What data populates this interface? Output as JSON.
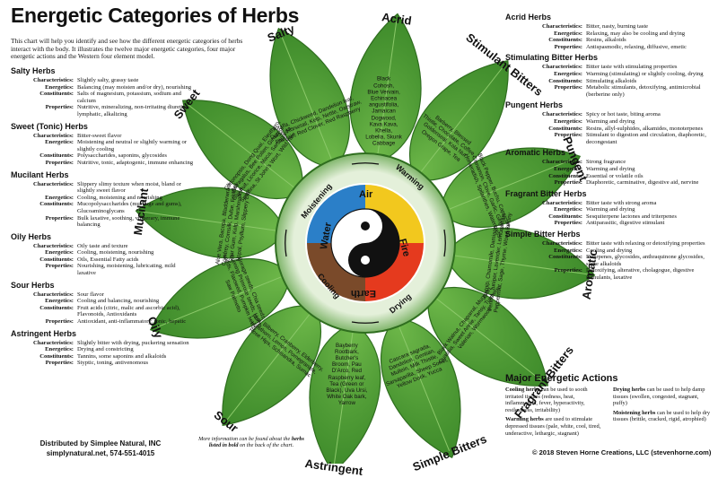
{
  "title": "Energetic Categories of Herbs",
  "intro": "This chart will help you identify and see how the different energetic categories of herbs interact with the body. It illustrates the twelve major energetic categories, four major energetic actions and the Western four element model.",
  "left_sections": [
    {
      "name": "Salty Herbs",
      "rows": [
        [
          "Characteristics:",
          "Slightly salty, grassy taste"
        ],
        [
          "Energetics:",
          "Balancing (may moisten and/or dry), nourishing"
        ],
        [
          "Constituents:",
          "Salts of magnesium, potassium, sodium and calcium"
        ],
        [
          "Properties:",
          "Nutritive, mineralizing, non-irritating diuretic, lymphatic, alkalizing"
        ]
      ]
    },
    {
      "name": "Sweet (Tonic) Herbs",
      "rows": [
        [
          "Characteristics:",
          "Bitter-sweet flavor"
        ],
        [
          "Energetics:",
          "Moistening and neutral or slightly warming or slightly cooling"
        ],
        [
          "Constituents:",
          "Polysaccharides, saponins, glycosides"
        ],
        [
          "Properties:",
          "Nutritive, tonic, adaptogenic, immune enhancing"
        ]
      ]
    },
    {
      "name": "Mucilant Herbs",
      "rows": [
        [
          "Characteristics:",
          "Slippery slimy texture when moist, bland or slightly sweet flavor"
        ],
        [
          "Energetics:",
          "Cooling, moistening and nourishing"
        ],
        [
          "Constituents:",
          "Mucopolysaccharides (mucilage and gums), Glucoaminoglycans"
        ],
        [
          "Properties:",
          "Bulk laxative, soothing, vulnerary, immune balancing"
        ]
      ]
    },
    {
      "name": "Oily Herbs",
      "rows": [
        [
          "Characteristics:",
          "Oily taste and texture"
        ],
        [
          "Energetics:",
          "Cooling, moistening, nourishing"
        ],
        [
          "Constituents:",
          "Oils, Essential Fatty acids"
        ],
        [
          "Properties:",
          "Nourishing, moistening, lubricating, mild laxative"
        ]
      ]
    },
    {
      "name": "Sour Herbs",
      "rows": [
        [
          "Characteristics:",
          "Sour flavor"
        ],
        [
          "Energetics:",
          "Cooling and balancing, nourishing"
        ],
        [
          "Constituents:",
          "Fruit acids (citric, malic and ascorbic acid), Flavonoids, Antioxidants"
        ],
        [
          "Properties:",
          "Antioxidant, anti-inflammatory, tonic, hepatic"
        ]
      ]
    },
    {
      "name": "Astringent Herbs",
      "rows": [
        [
          "Characteristics:",
          "Slightly bitter with drying, puckering sensation"
        ],
        [
          "Energetics:",
          "Drying and constricting"
        ],
        [
          "Constituents:",
          "Tannins, some saponins and alkaloids"
        ],
        [
          "Properties:",
          "Styptic, toning, antivenomous"
        ]
      ]
    }
  ],
  "right_sections": [
    {
      "name": "Acrid Herbs",
      "rows": [
        [
          "Characteristics:",
          "Bitter, nasty, burning taste"
        ],
        [
          "Energetics:",
          "Relaxing, may also be cooling and drying"
        ],
        [
          "Constituents:",
          "Resins, alkaloids"
        ],
        [
          "Properties:",
          "Antispasmodic, relaxing, diffusive, emetic"
        ]
      ]
    },
    {
      "name": "Stimulating Bitter Herbs",
      "rows": [
        [
          "Characteristics:",
          "Bitter taste with stimulating properties"
        ],
        [
          "Energetics:",
          "Warming (stimulating) or slightly cooling, drying"
        ],
        [
          "Constituents:",
          "Stimulating alkaloids"
        ],
        [
          "Properties:",
          "Metabolic stimulants, detoxifying, antimicrobial (berberine only)"
        ]
      ]
    },
    {
      "name": "Pungent Herbs",
      "rows": [
        [
          "Characteristics:",
          "Spicy or hot taste, biting aroma"
        ],
        [
          "Energetics:",
          "Warming and drying"
        ],
        [
          "Constituents:",
          "Resins, allyl-sulphides, alkamides, monoterpenes"
        ],
        [
          "Properties:",
          "Stimulant to digestion and circulation, diaphoretic, decongestant"
        ]
      ]
    },
    {
      "name": "Aromatic Herbs",
      "rows": [
        [
          "Characteristics:",
          "Strong fragrance"
        ],
        [
          "Energetics:",
          "Warming and drying"
        ],
        [
          "Constituents:",
          "Essential or volatile oils"
        ],
        [
          "Properties:",
          "Diaphoretic, carminative, digestive aid, nervine"
        ]
      ]
    },
    {
      "name": "Fragrant Bitter Herbs",
      "rows": [
        [
          "Characteristics:",
          "Bitter taste with strong aroma"
        ],
        [
          "Energetics:",
          "Warming and drying"
        ],
        [
          "Constituents:",
          "Sesquiterpene lactones and triterpenes"
        ],
        [
          "Properties:",
          "Antiparasitic, digestive stimulant"
        ]
      ]
    },
    {
      "name": "Simple Bitter Herbs",
      "rows": [
        [
          "Characteristics:",
          "Bitter taste with relaxing or detoxifying properties"
        ],
        [
          "Energetics:",
          "Cooling and drying"
        ],
        [
          "Constituents:",
          "Diterpenes, glycosides, anthraquinone glycosides, some alkaloids"
        ],
        [
          "Properties:",
          "Detoxifying, alterative, cholagogue, digestive stimulants, laxative"
        ]
      ]
    }
  ],
  "major": {
    "title": "Major Energetic Actions",
    "cooling_term": "Cooling herbs",
    "cooling_text": "can be used to sooth irritated tissues (redness, heat, inflammation, fever, hyperactivity, restlessness, irritability)",
    "warming_term": "Warming herbs",
    "warming_text": "are used to stimulate depressed tissues (pale, white, cool, tired, underactive, lethargic, stagnant)",
    "drying_term": "Drying herbs",
    "drying_text": "can be used to help damp tissues (swollen, congested, stagnant, puffy)",
    "moist_term": "Moistening herbs",
    "moist_text": "can be used to help dry tissues (brittle, cracked, rigid, atrophied)"
  },
  "footer": {
    "distributed": "Distributed by Simplee Natural, INC",
    "site": "simplynatural.net, 574-551-4015",
    "note_pre": "More information can be found about the",
    "note_bold": "herbs listed in bold",
    "note_post": "on the back of the chart.",
    "copyright": "© 2018 Steven Horne Creations, LLC (stevenhorne.com)"
  },
  "wheel": {
    "elements": {
      "air": "Air",
      "fire": "Fire",
      "earth": "Earth",
      "water": "Water"
    },
    "actions": {
      "moistening": "Moistening",
      "warming": "Warming",
      "drying": "Drying",
      "cooling": "Cooling"
    },
    "categories": [
      "Acrid",
      "Stimulant Bitters",
      "Pungent",
      "Aromatic",
      "Fragrant Bitters",
      "Simple Bitters",
      "Astringent",
      "Sour",
      "Oily",
      "Mucilant",
      "Sweet",
      "Salty"
    ],
    "leaf_texts": [
      [
        "Black",
        "Cohosh,",
        "Blue Vervain,",
        "Echinacea",
        "angustifolia,",
        "Jamaican",
        "Dogwood,",
        "Kava Kava,",
        "Khella,",
        "Lobelia, Skunk",
        "Cabbage"
      ],
      [
        "Barberry, Blessed",
        "Thistle, Chocolate, Coffee,",
        "Goldenseal, Kola Nut,",
        "Oregon Grape, Tea"
      ],
      [
        "Black Pepper, Buchu, Capsicum,",
        "Cinnamon, Clove, Garlic, Ginger,",
        "Horseradish, Spilanthes, Watercress"
      ],
      [
        "Catnip, Chamomile, Damiana,",
        "Fennel, Juniper, Lavender, Lemon balm,",
        "Peppermint, Sage, Thyme, Wood Betony"
      ],
      [
        "Black Walnut, Chaparral, Mugwort,",
        "Quassia, Sweet Annie, Tansy, Turmeric,",
        "Valerian, Wormwood"
      ],
      [
        "Cascara sagrada,",
        "Dandelion, Gentian,",
        "Mullein, Milk Thistle,",
        "Sarsaparilla, Sheep Sorrel,",
        "Yellow Dock, Yucca"
      ],
      [
        "Bayberry",
        "Rootbark,",
        "Butcher's",
        "Broom, Pau",
        "D'Arco, Red",
        "Raspberry leaf,",
        "Tea (Green or",
        "Black), Uva Ursi,",
        "White Oak bark,",
        "Yarrow"
      ],
      [
        "Acai, Bilberry, Cranberry, Elderberry,",
        "Hawthorn, Lemon, Pomegranate,",
        "Rose Hips, Schisandra, Sumac"
      ],
      [
        "Borage seeds, Chia seeds,",
        "Evening Primrose seeds, Hemp",
        "seeds, Flaxseed, Pumpkin seeds,",
        "Saw Palmetto"
      ],
      [
        "Aloe Vera, Bacopa, Bladderwrack,",
        "Comfrey, Cornsilk, Dulse, Fritillary,",
        "Guar Gum, Kelp, Marshmallow,",
        "Nopal, Psyllium, Slippery Elm"
      ],
      [
        "Codonopsis, Dong Quai, Eleuthero,",
        "Astragalus, Bee Pollen, Ginseng,",
        "Goji fruit, Licorice, Maca, Sarsaparilla,",
        "Spirulina, St John's Wort, Wild Yam"
      ],
      [
        "Alfalfa, Chickweed, Dandelion leaf,",
        "Dulse, Horsetail, Kelp, Nettle, Oatstraw,",
        "Plantain, Red Clover, Red Raspberry"
      ]
    ]
  },
  "colors": {
    "leaf": "#4c9b34",
    "leaf_dark": "#2f6e1f",
    "ring": "#3f8c3a",
    "ring_light": "#cfe3c2"
  }
}
